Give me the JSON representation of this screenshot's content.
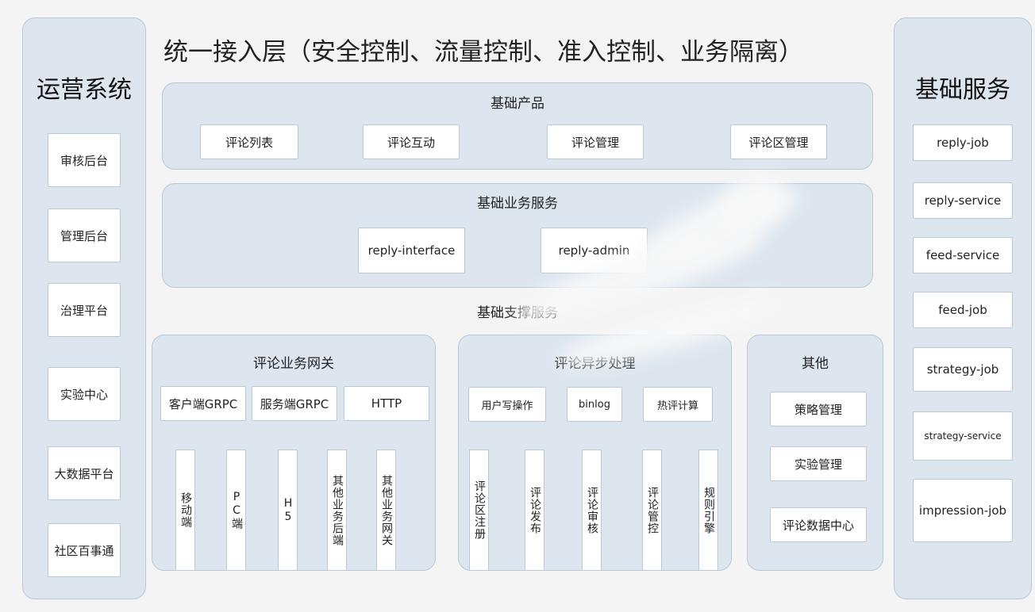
{
  "title": "统一接入层（安全控制、流量控制、准入控制、业务隔离）",
  "left": {
    "title": "运营系统",
    "items": [
      "审核后台",
      "管理后台",
      "治理平台",
      "实验中心",
      "大数据平台",
      "社区百事通"
    ]
  },
  "right": {
    "title": "基础服务",
    "items": [
      "reply-job",
      "reply-service",
      "feed-service",
      "feed-job",
      "strategy-job",
      "strategy-service",
      "impression-job"
    ]
  },
  "basic_product": {
    "title": "基础产品",
    "items": [
      "评论列表",
      "评论互动",
      "评论管理",
      "评论区管理"
    ]
  },
  "basic_biz": {
    "title": "基础业务服务",
    "items": [
      "reply-interface",
      "reply-admin"
    ]
  },
  "support": {
    "title": "基础支撑服务"
  },
  "gateway": {
    "title": "评论业务网关",
    "protocols": [
      "客户端GRPC",
      "服务端GRPC",
      "HTTP"
    ],
    "clients": [
      "移动端",
      "PC端",
      "H5",
      "其他业务后端",
      "其他业务网关"
    ]
  },
  "async": {
    "title": "评论异步处理",
    "sources": [
      "用户写操作",
      "binlog",
      "热评计算"
    ],
    "tasks": [
      "评论区注册",
      "评论发布",
      "评论审核",
      "评论管控",
      "规则引擎"
    ]
  },
  "other": {
    "title": "其他",
    "items": [
      "策略管理",
      "实验管理",
      "评论数据中心"
    ]
  }
}
